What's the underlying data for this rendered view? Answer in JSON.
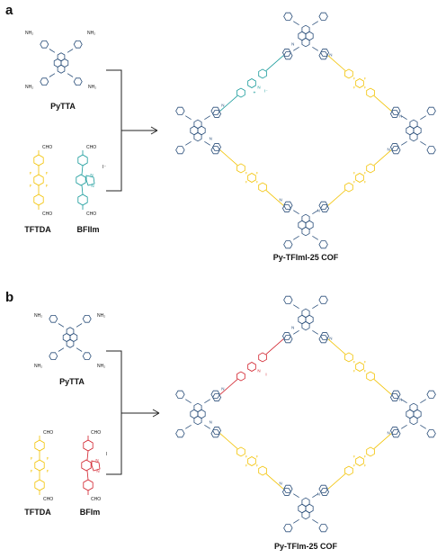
{
  "colors": {
    "pyrene": "#2b4f7a",
    "tftda": "#f2c200",
    "bfiim": "#169a9a",
    "bfim": "#d11f2a",
    "text": "#111111",
    "arrow": "#222222"
  },
  "panels": [
    {
      "letter": "a",
      "monomer1": "PyTTA",
      "monomer2": "TFTDA",
      "monomer3": "BFIIm",
      "product": "Py-TFIml-25 COF",
      "amine_label": "NH₂",
      "cho_label": "CHO",
      "f_label": "F",
      "n_label": "N",
      "iodide_label": "I⁻",
      "plus_label": "+"
    },
    {
      "letter": "b",
      "monomer1": "PyTTA",
      "monomer2": "TFTDA",
      "monomer3": "BFIm",
      "product": "Py-TFIm-25 COF",
      "amine_label": "NH₂",
      "cho_label": "CHO",
      "f_label": "F",
      "n_label": "N",
      "iodide_label": "I",
      "plus_label": ""
    }
  ]
}
